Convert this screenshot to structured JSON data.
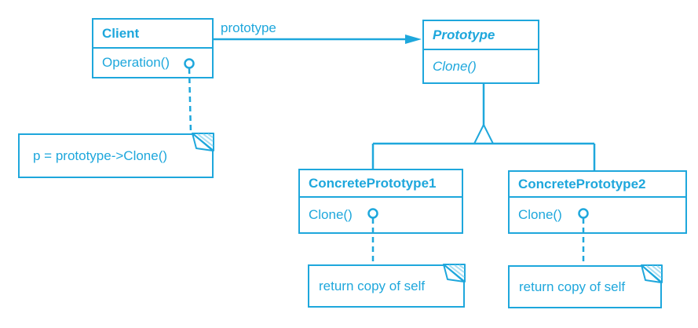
{
  "diagram": {
    "type": "uml-class-diagram",
    "pattern_name": "Prototype",
    "colors": {
      "accent": "#1ea7dc",
      "background": "#ffffff",
      "hatch": "#a6ddf2"
    },
    "classes": {
      "client": {
        "name": "Client",
        "method": "Operation()"
      },
      "prototype": {
        "name": "Prototype",
        "method": "Clone()"
      },
      "concrete1": {
        "name": "ConcretePrototype1",
        "method": "Clone()"
      },
      "concrete2": {
        "name": "ConcretePrototype2",
        "method": "Clone()"
      }
    },
    "association": {
      "label": "prototype"
    },
    "notes": {
      "client": "p = prototype->Clone()",
      "concrete1": "return copy of self",
      "concrete2": "return copy of self"
    }
  }
}
